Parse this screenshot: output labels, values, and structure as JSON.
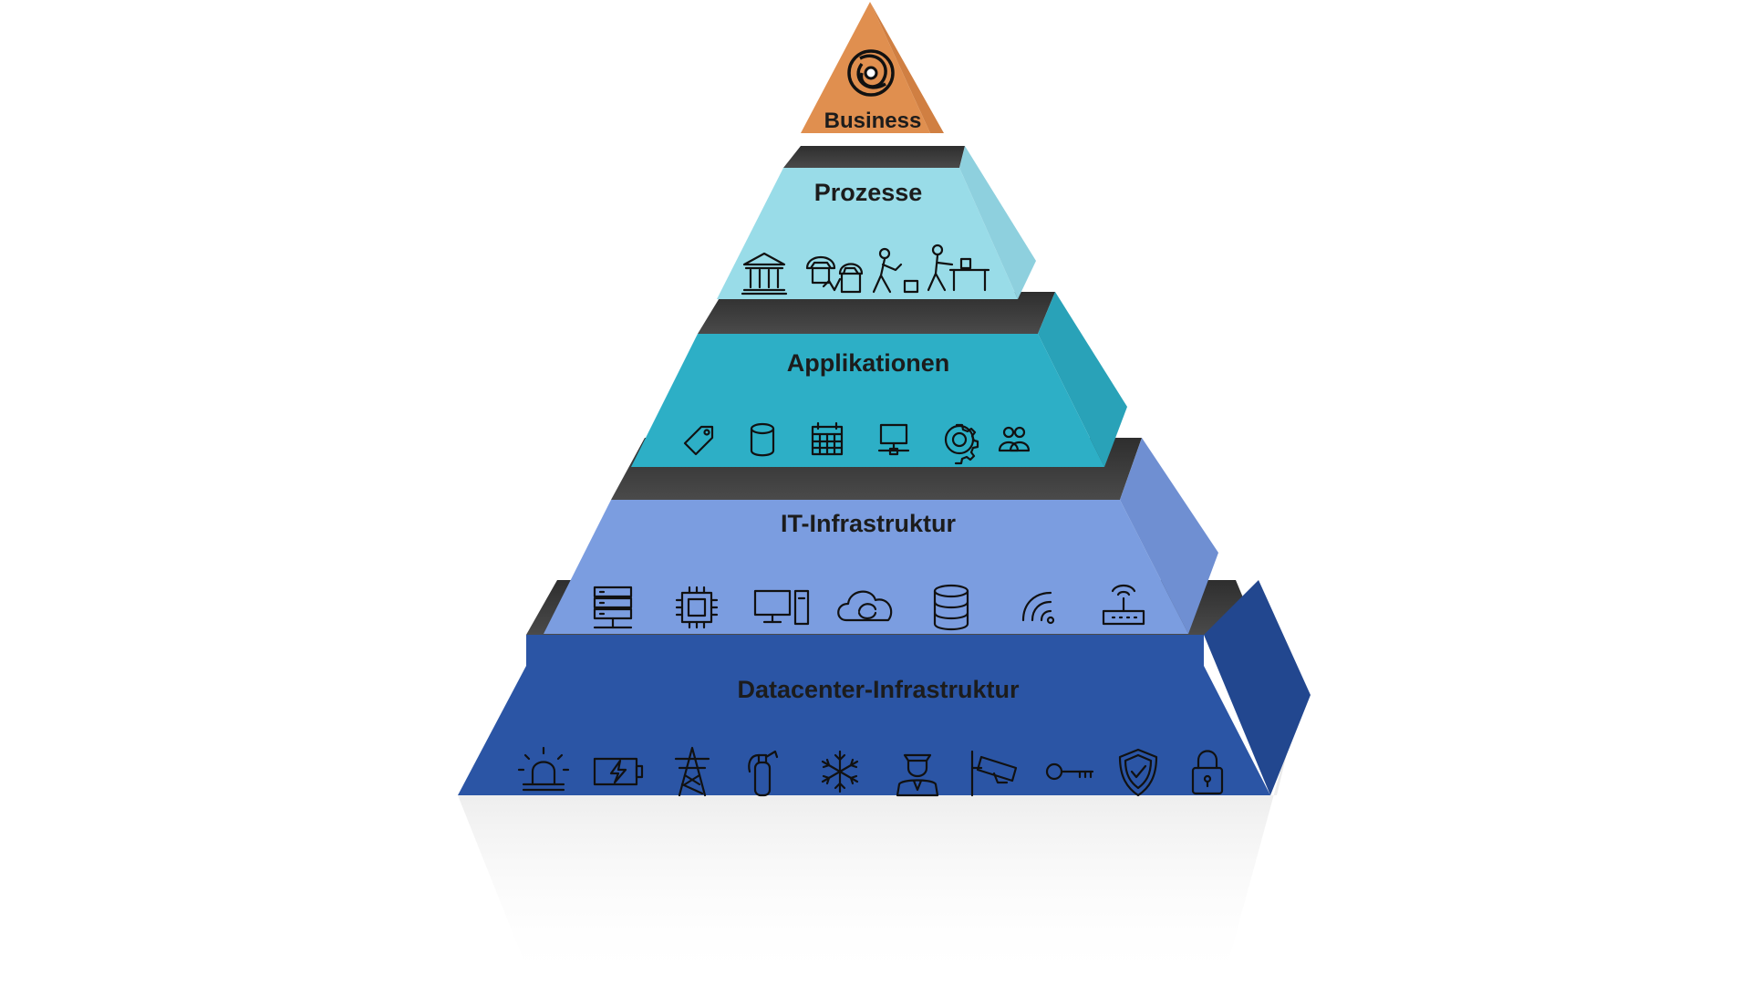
{
  "tiers": {
    "business": {
      "label": "Business",
      "color": "#E08F4F",
      "side_color": "#D07F42",
      "icons": [
        "swirl-logo-icon"
      ]
    },
    "prozesse": {
      "label": "Prozesse",
      "color": "#99DCE8",
      "side_color": "#8ED0DE",
      "icons": [
        "bank-icon",
        "phone-call-icon",
        "worker-package-icon",
        "worker-assembly-icon"
      ]
    },
    "applikationen": {
      "label": "Applikationen",
      "color": "#2DAFC6",
      "side_color": "#29A2B8",
      "icons": [
        "tag-icon",
        "database-cylinder-icon",
        "calendar-icon",
        "network-computer-icon",
        "gear-icon",
        "users-icon"
      ]
    },
    "it_infrastruktur": {
      "label": "IT-Infrastruktur",
      "color": "#7B9DE0",
      "side_color": "#6F8FD2",
      "icons": [
        "server-rack-icon",
        "cpu-chip-icon",
        "desktop-pc-icon",
        "cloud-sync-icon",
        "database-stack-icon",
        "wifi-signal-icon",
        "router-icon"
      ]
    },
    "datacenter_infrastruktur": {
      "label": "Datacenter-Infrastruktur",
      "color": "#2B55A5",
      "side_color": "#22478F",
      "icons": [
        "alarm-light-icon",
        "battery-charging-icon",
        "power-pylon-icon",
        "fire-extinguisher-icon",
        "snowflake-icon",
        "security-guard-icon",
        "cctv-camera-icon",
        "key-icon",
        "shield-check-icon",
        "padlock-icon"
      ]
    }
  },
  "colors": {
    "top_face": "#3A3A3A",
    "reflection": "#DCDCDC"
  }
}
